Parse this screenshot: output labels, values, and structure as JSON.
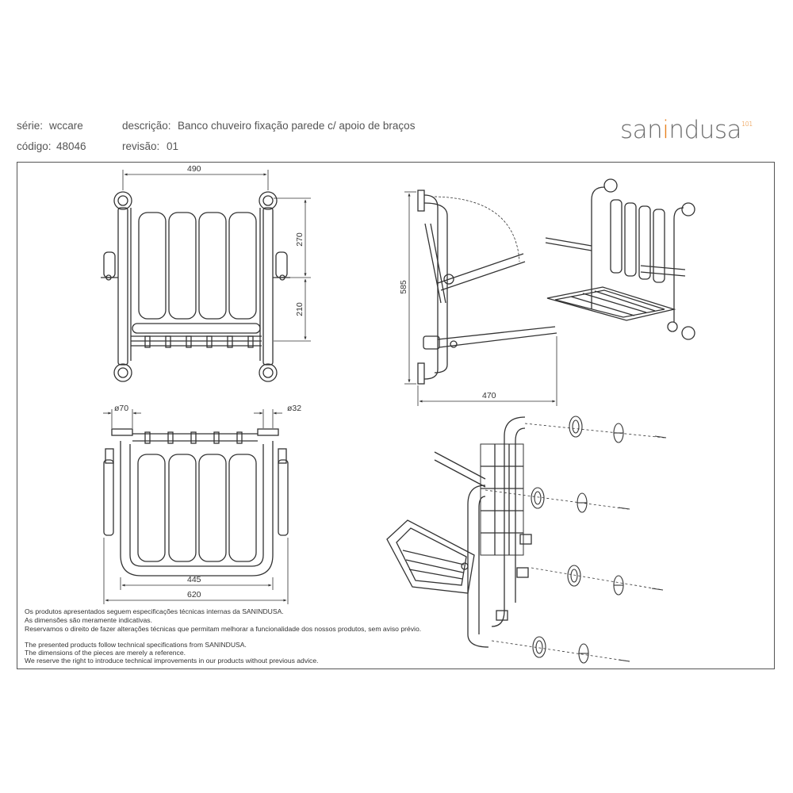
{
  "header": {
    "serie_label": "série:",
    "serie_value": "wccare",
    "codigo_label": "código:",
    "codigo_value": "48046",
    "descricao_label": "descrição:",
    "descricao_value": "Banco chuveiro fixação parede c/ apoio de braços",
    "revisao_label": "revisão:",
    "revisao_value": "01"
  },
  "logo": {
    "part1": "san",
    "part2": "i",
    "part3": "ndusa",
    "mark": "101"
  },
  "dimensions": {
    "width_top": "490",
    "height_upper": "270",
    "height_lower": "210",
    "height_side": "585",
    "depth_side": "470",
    "flange_diameter": "ø70",
    "tube_diameter": "ø32",
    "seat_width": "445",
    "total_width": "620"
  },
  "notes": [
    "Os produtos apresentados seguem especificações técnicas internas da SANINDUSA.",
    "As dimensões são meramente indicativas.",
    "Reservamos o direito de fazer alterações técnicas que permitam melhorar a funcionalidade dos nossos produtos, sem aviso prévio.",
    "The presented products follow technical specifications from SANINDUSA.",
    "The dimensions of the pieces are merely a reference.",
    "We reserve the right to introduce technical improvements in our products without previous advice."
  ]
}
